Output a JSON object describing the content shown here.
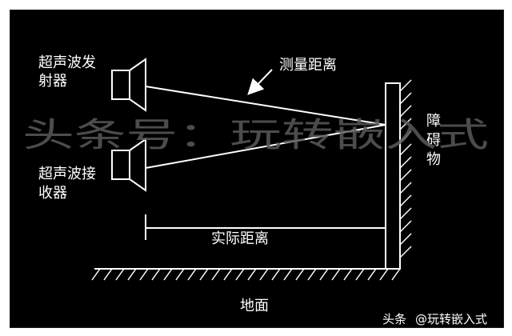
{
  "diagram": {
    "emitter_label_line1": "超声波发",
    "emitter_label_line2": "射器",
    "receiver_label_line1": "超声波接",
    "receiver_label_line2": "收器",
    "measured_distance_label": "测量距离",
    "actual_distance_label": "实际距离",
    "obstacle_label_1": "障",
    "obstacle_label_2": "碍",
    "obstacle_label_3": "物",
    "ground_label": "地面"
  },
  "watermark": {
    "text": "头条号：玩转嵌入式"
  },
  "credit": {
    "brand": "头条",
    "handle": "@玩转嵌入式"
  },
  "colors": {
    "background": "#000000",
    "foreground": "#ffffff",
    "watermark": "#5a5a5a"
  }
}
